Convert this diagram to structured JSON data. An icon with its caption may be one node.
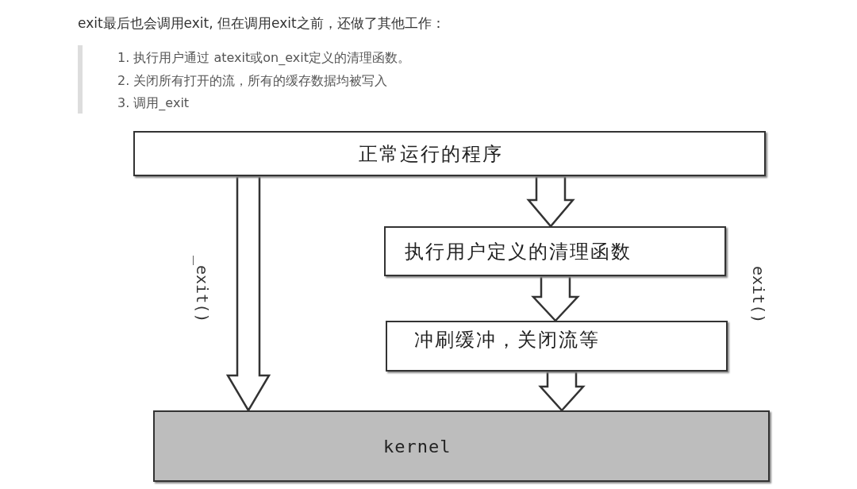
{
  "diagram": {
    "nodes": [
      {
        "text": [
          "正常运行的程序"
        ]
      },
      {
        "text": [
          "执行用户定义的清理函数"
        ]
      },
      {
        "text": [
          "冲刷缓冲，关闭流等"
        ]
      },
      {
        "text": [
          "kernel"
        ]
      }
    ],
    "edges": [
      {
        "from": 0,
        "to": 3,
        "arrow": "to",
        "label": "_exit()"
      },
      {
        "from": 0,
        "to": 1,
        "arrow": "to"
      },
      {
        "from": 1,
        "to": 2,
        "arrow": "to"
      },
      {
        "from": 2,
        "to": 3,
        "arrow": "to"
      }
    ],
    "labels": [
      "exit最后也会调用exit, 但在调用exit之前，还做了其他工作：",
      "1. 执行用户通过 atexit或on_exit定义的清理函数。",
      "2. 关闭所有打开的流，所有的缓存数据均被写入",
      "3. 调用_exit",
      "exit()"
    ]
  }
}
